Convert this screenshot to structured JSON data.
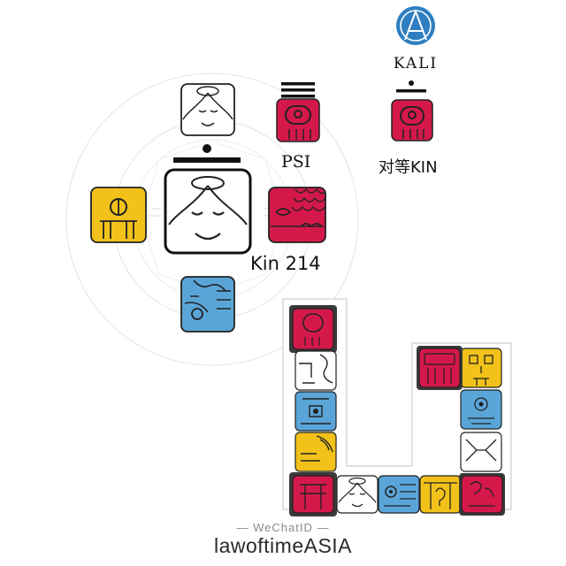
{
  "kali": {
    "label": "KALI",
    "icon": "kali-circle-icon",
    "color": "#2e7fc1"
  },
  "psi": {
    "label": "PSI",
    "icon": "red-moon-glyph-icon"
  },
  "analog": {
    "label": "对等KIN",
    "icon": "red-moon-glyph-icon"
  },
  "kin": {
    "label": "Kin 214"
  },
  "oracle": {
    "center": "white-wizard-glyph-icon",
    "guide": "white-wizard-glyph-icon",
    "antipode": "yellow-warrior-glyph-icon",
    "analog": "red-earth-glyph-icon",
    "occult": "blue-hand-glyph-icon"
  },
  "footer": {
    "wechat": "— WeChatID —",
    "brand": "lawoftimeASIA"
  },
  "colors": {
    "red": "#d4194a",
    "yellow": "#f2c21a",
    "blue": "#5aa5d8",
    "white": "#ffffff",
    "dark": "#3a3a3a",
    "grey": "#888888"
  },
  "wavespell_chain": [
    "red-moon-glyph-icon",
    "white-wind-glyph-icon",
    "blue-night-glyph-icon",
    "yellow-seed-glyph-icon",
    "red-serpent-glyph-icon",
    "white-worldbridger-glyph-icon",
    "blue-hand-glyph-icon",
    "yellow-star-glyph-icon",
    "red-moon-glyph-icon",
    "white-dog-glyph-icon",
    "blue-monkey-glyph-icon",
    "yellow-human-glyph-icon",
    "red-skywalker-glyph-icon"
  ]
}
